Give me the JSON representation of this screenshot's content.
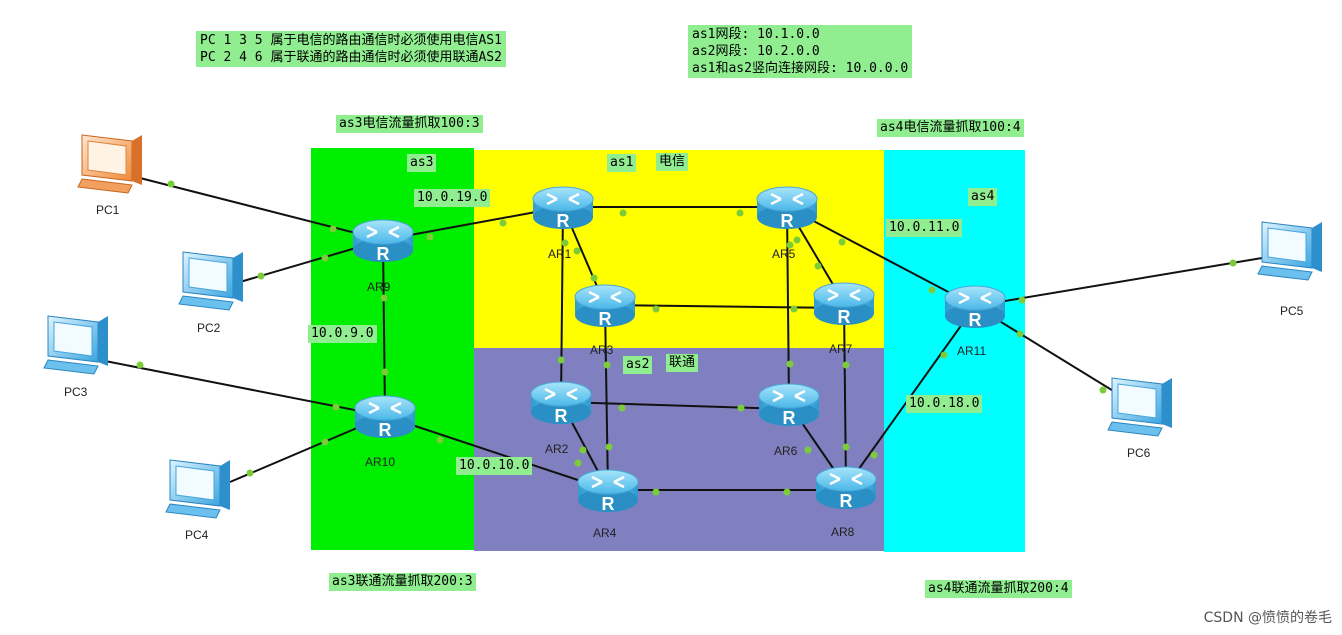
{
  "notes": {
    "policy": [
      "PC 1 3 5 属于电信的路由通信时必须使用电信AS1",
      "PC 2 4 6 属于联通的路由通信时必须使用联通AS2"
    ],
    "segments": [
      "as1网段: 10.1.0.0",
      "as2网段: 10.2.0.0",
      "as1和as2竖向连接网段: 10.0.0.0"
    ]
  },
  "zones": {
    "as3": {
      "label": "as3",
      "color": "#00ee00"
    },
    "as1": {
      "label": "as1",
      "name": "电信",
      "color": "#ffff00"
    },
    "as2": {
      "label": "as2",
      "name": "联通",
      "color": "#8080c0"
    },
    "as4": {
      "label": "as4",
      "color": "#00ffff"
    }
  },
  "captions": {
    "as3_telecom": "as3电信流量抓取100:3",
    "as4_telecom": "as4电信流量抓取100:4",
    "as3_unicom": "as3联通流量抓取200:3",
    "as4_unicom": "as4联通流量抓取200:4"
  },
  "networks": {
    "n19": "10.0.19.0",
    "n11": "10.0.11.0",
    "n9": "10.0.9.0",
    "n18": "10.0.18.0",
    "n10": "10.0.10.0"
  },
  "routers": {
    "AR1": "AR1",
    "AR2": "AR2",
    "AR3": "AR3",
    "AR4": "AR4",
    "AR5": "AR5",
    "AR6": "AR6",
    "AR7": "AR7",
    "AR8": "AR8",
    "AR9": "AR9",
    "AR10": "AR10",
    "AR11": "AR11"
  },
  "pcs": {
    "PC1": "PC1",
    "PC2": "PC2",
    "PC3": "PC3",
    "PC4": "PC4",
    "PC5": "PC5",
    "PC6": "PC6"
  },
  "link_color": "#111111",
  "port_color": "#7ccc3a",
  "watermark": "CSDN @愤愤的卷毛"
}
